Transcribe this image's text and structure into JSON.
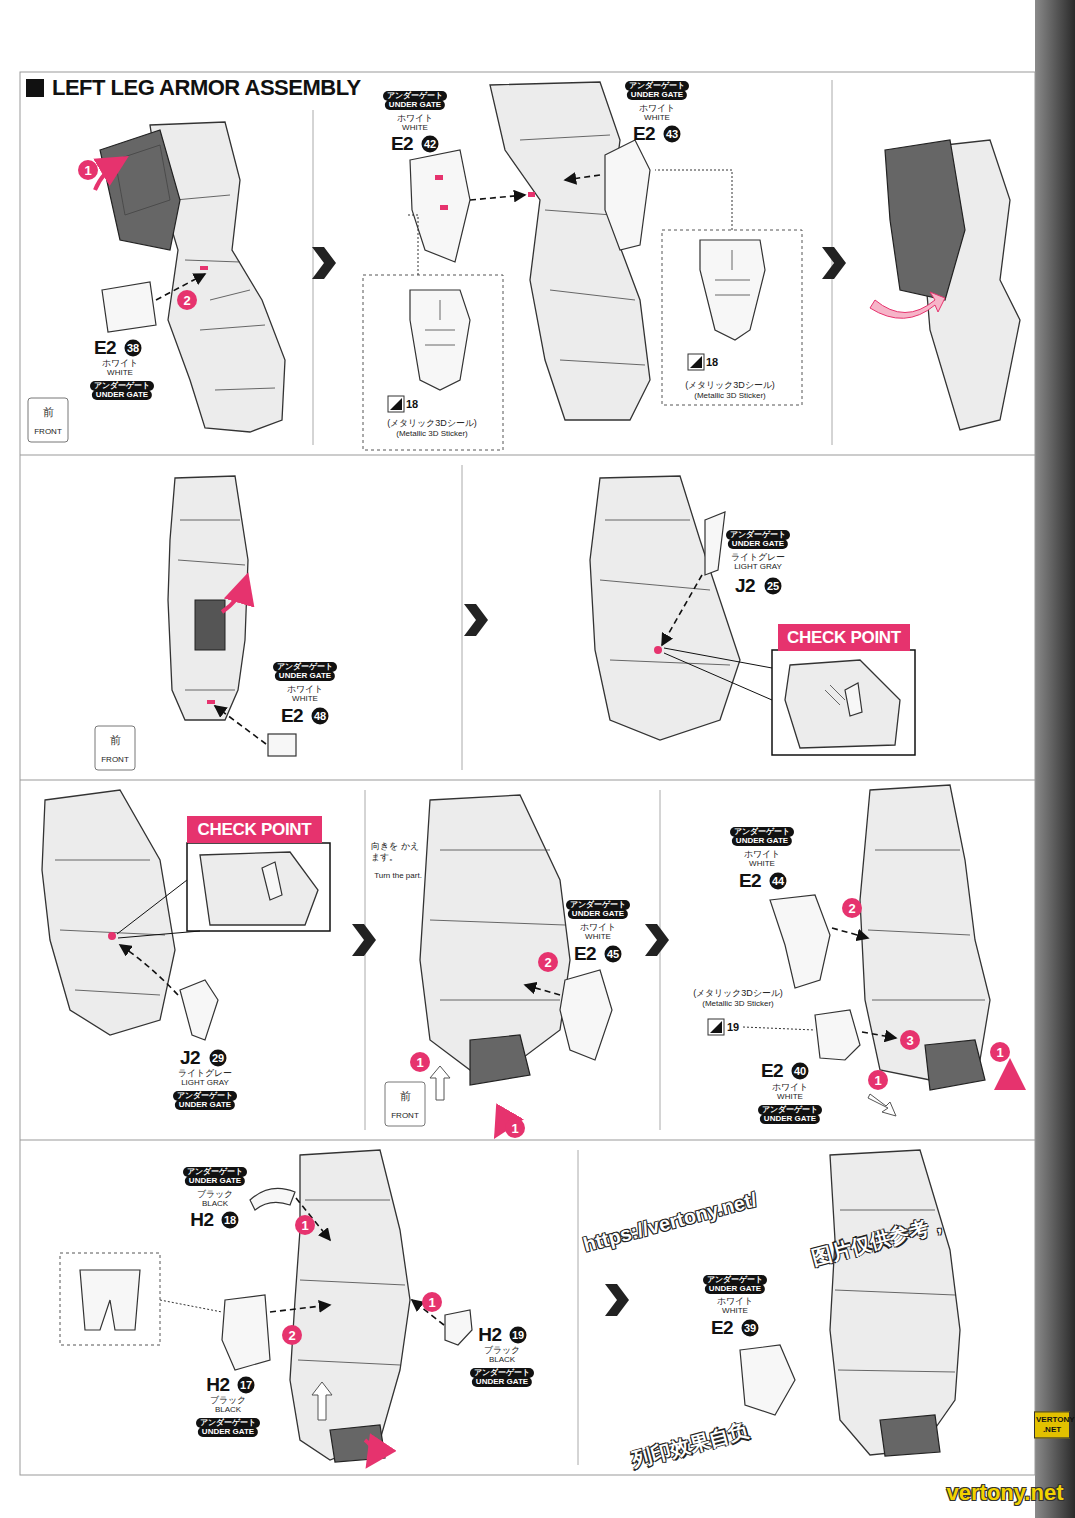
{
  "diagram": {
    "title": "LEFT LEG ARMOR ASSEMBLY",
    "nodes": [
      {
        "text": [
          "CHECK POINT"
        ]
      },
      {
        "text": [
          "CHECK POINT"
        ]
      }
    ],
    "labels": [
      "E2",
      "38",
      "ホワイト",
      "WHITE",
      "アンダーゲート",
      "UNDER GATE",
      "1",
      "2",
      "前",
      "FRONT",
      "アンダーゲート",
      "UNDER GATE",
      "ホワイト",
      "WHITE",
      "E2",
      "42",
      "18",
      "(メタリック3Dシール)",
      "(Metallic 3D Sticker)",
      "アンダーゲート",
      "UNDER GATE",
      "ホワイト",
      "WHITE",
      "E2",
      "43",
      "18",
      "(メタリック3Dシール)",
      "(Metallic 3D Sticker)",
      "アンダーゲート",
      "UNDER GATE",
      "ホワイト",
      "WHITE",
      "E2",
      "48",
      "前",
      "FRONT",
      "アンダーゲート",
      "UNDER GATE",
      "ライトグレー",
      "LIGHT GRAY",
      "J2",
      "25",
      "J2",
      "29",
      "ライトグレー",
      "LIGHT GRAY",
      "アンダーゲート",
      "UNDER GATE",
      "向きを かえます。",
      "Turn the part.",
      "アンダーゲート",
      "UNDER GATE",
      "ホワイト",
      "WHITE",
      "E2",
      "45",
      "1",
      "2",
      "1",
      "前",
      "FRONT",
      "アンダーゲート",
      "UNDER GATE",
      "ホワイト",
      "WHITE",
      "E2",
      "44",
      "2",
      "(メタリック3Dシール)",
      "(Metallic 3D Sticker)",
      "19",
      "3",
      "1",
      "1",
      "E2",
      "40",
      "ホワイト",
      "WHITE",
      "アンダーゲート",
      "UNDER GATE",
      "アンダーゲート",
      "UNDER GATE",
      "ブラック",
      "BLACK",
      "H2",
      "18",
      "1",
      "2",
      "1",
      "H2",
      "19",
      "ブラック",
      "BLACK",
      "アンダーゲート",
      "UNDER GATE",
      "H2",
      "17",
      "ブラック",
      "BLACK",
      "アンダーゲート",
      "UNDER GATE",
      "アンダーゲート",
      "UNDER GATE",
      "ホワイト",
      "WHITE",
      "E2",
      "39",
      "https://vertony.net/",
      "图片仅供参考，",
      "列印效果自负",
      "VERTONY .NET",
      "vertony.net"
    ]
  }
}
